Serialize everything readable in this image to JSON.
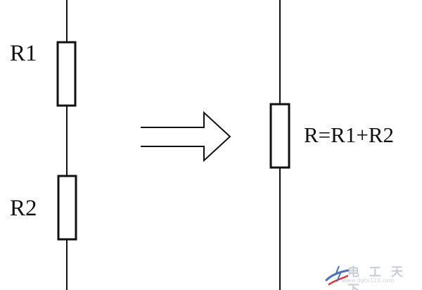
{
  "diagram": {
    "left": {
      "resistor_top_label": "R1",
      "resistor_bottom_label": "R2"
    },
    "right": {
      "equivalent_label": "R=R1+R2"
    },
    "arrow": {
      "meaning": "series-equivalent"
    }
  },
  "watermark": {
    "title": "电 工 天 下",
    "url": "www.dgtx123.com",
    "colors": {
      "swoosh_blue": "#4d6fb3",
      "swoosh_red": "#d23b3b",
      "text": "#c8ccd6"
    }
  },
  "colors": {
    "line": "#111111",
    "background": "#ffffff"
  }
}
